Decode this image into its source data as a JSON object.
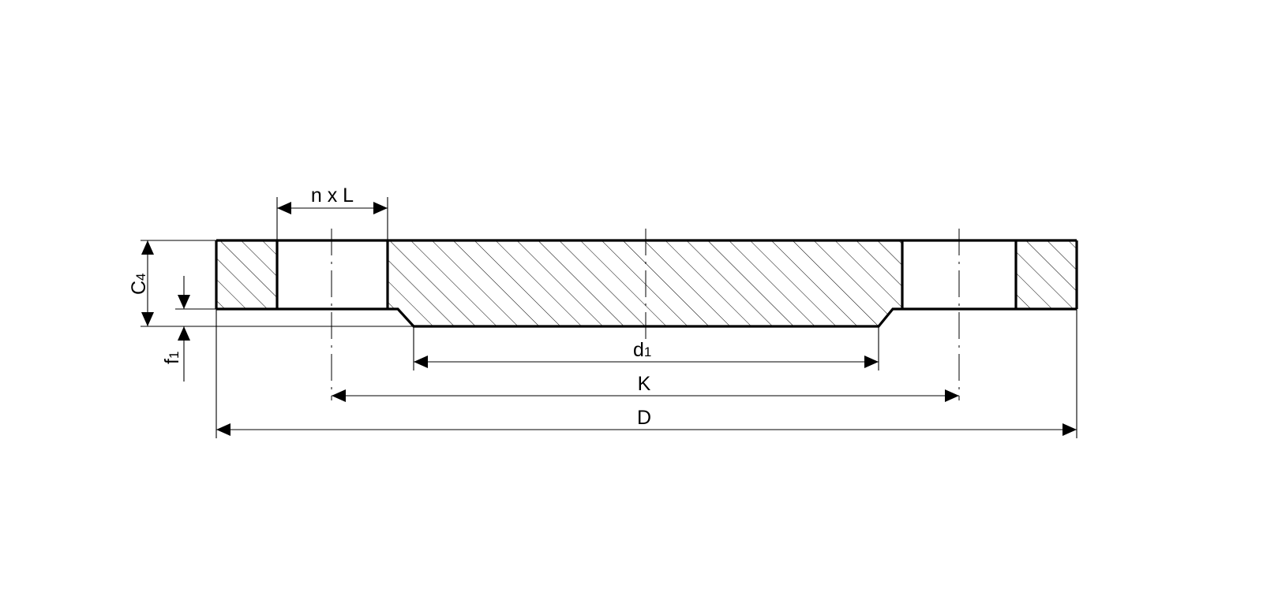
{
  "labels": {
    "n_x_L": "n x L",
    "C": "C",
    "C_sub": "4",
    "f": "f",
    "f_sub": "1",
    "d": "d",
    "d_sub": "1",
    "K": "K",
    "D": "D"
  }
}
